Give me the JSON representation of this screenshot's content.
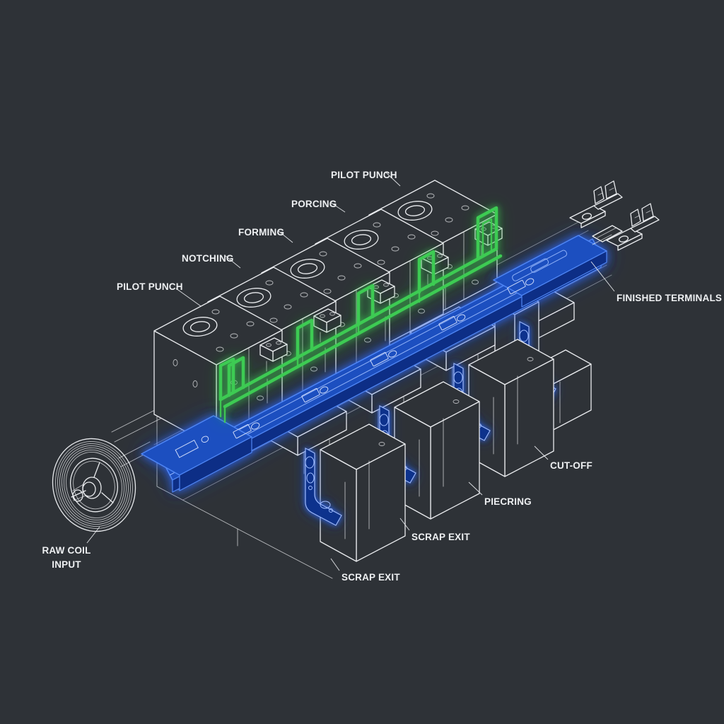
{
  "diagram": {
    "kind": "progressive-stamping-die-isometric-diagram"
  },
  "colors": {
    "background": "#2e3237",
    "line": "#e9ebee",
    "strip_blue": "#1b4fc0",
    "strip_blue_dark": "#0d2f86",
    "strip_blue_edge": "#4f86f5",
    "strip_blue_light": "#9dbcff",
    "blue_glow": "#2d6bff",
    "highlight_green": "#3ecb52",
    "green_glow": "#3fd653",
    "label_text": "#eef0f2"
  },
  "labels": {
    "pilot_punch_top": "PILOT PUNCH",
    "porcing": "PORCING",
    "forming": "FORMING",
    "notching": "NOTCHING",
    "pilot_punch_left": "PILOT PUNCH",
    "finished_terminals": "FINISHED TERMINALS",
    "cut_off": "CUT-OFF",
    "piecring": "PIECRING",
    "scrap_exit_middle": "SCRAP EXIT",
    "scrap_exit_lower": "SCRAP EXIT",
    "raw_coil_input_line1": "RAW COIL",
    "raw_coil_input_line2": "INPUT"
  }
}
